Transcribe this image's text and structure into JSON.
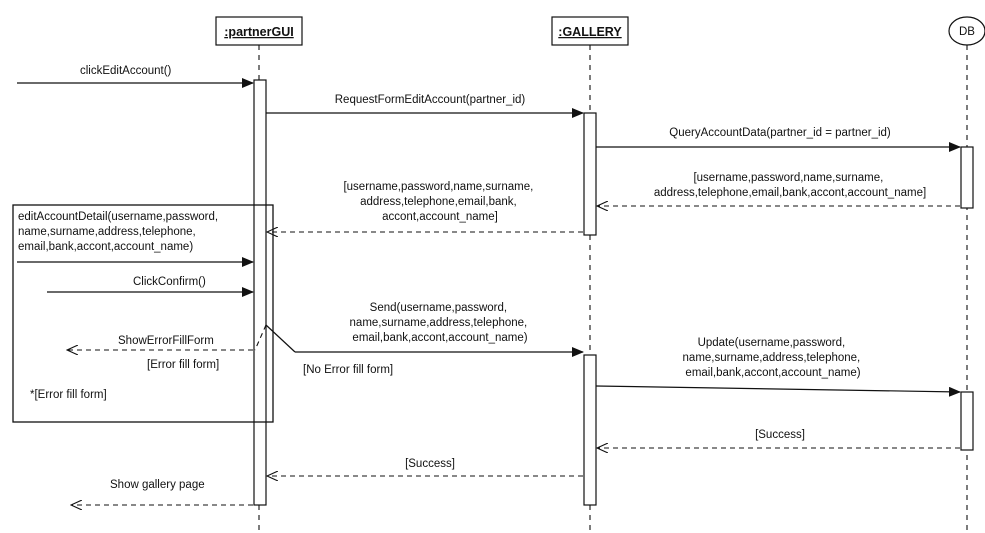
{
  "participants": {
    "partner_gui": ":partnerGUI",
    "gallery": ":GALLERY",
    "db": "DB"
  },
  "messages": {
    "m1": "clickEditAccount()",
    "m2": "RequestFormEditAccount(partner_id)",
    "m3": "QueryAccountData(partner_id = partner_id)",
    "m4": [
      "[username,password,name,surname,",
      "address,telephone,email,bank,accont,account_name]"
    ],
    "m5": [
      "[username,password,name,surname,",
      "address,telephone,email,bank,",
      "accont,account_name]"
    ],
    "m6": [
      "editAccountDetail(username,password,",
      "name,surname,address,telephone,",
      "email,bank,accont,account_name)"
    ],
    "m7": "ClickConfirm()",
    "m8": [
      "Send(username,password,",
      "name,surname,address,telephone,",
      "email,bank,accont,account_name)"
    ],
    "m9": "ShowErrorFillForm",
    "m10": [
      "Update(username,password,",
      "name,surname,address,telephone,",
      "email,bank,accont,account_name)"
    ],
    "m11": "[Success]",
    "m12": "[Success]",
    "m13": "Show gallery page"
  },
  "guards": {
    "error_fill": "[Error fill form]",
    "no_error_fill": "[No Error fill form]",
    "loop": "*[Error fill form]"
  }
}
